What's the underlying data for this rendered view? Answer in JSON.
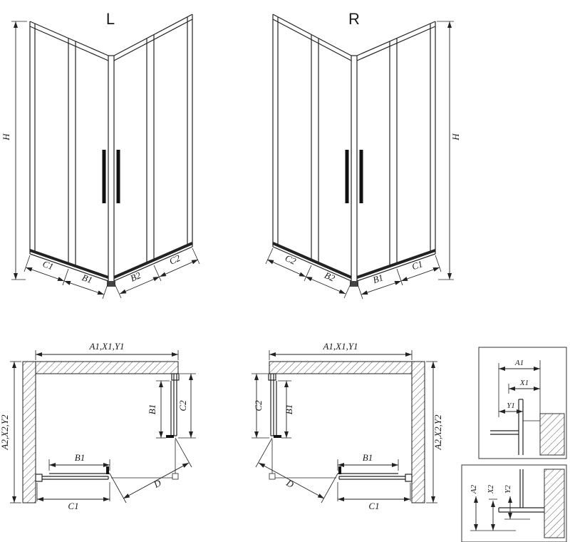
{
  "page": {
    "background": "#ffffff",
    "line_color": "#222222",
    "hatch_color": "#555555"
  },
  "elevations": {
    "left": {
      "variant_label": "L",
      "height_dim": "H",
      "dims": {
        "c1": "C1",
        "b1": "B1",
        "b2": "B2",
        "c2": "C2"
      }
    },
    "right": {
      "variant_label": "R",
      "height_dim": "H",
      "dims": {
        "c2": "C2",
        "b2": "B2",
        "b1": "B1",
        "c1": "C1"
      }
    }
  },
  "plans": {
    "left": {
      "width_dim": "A1,X1,Y1",
      "depth_dim": "A2,X2,Y2",
      "side_door_dim": "B1",
      "side_fixed_dim": "C2",
      "bottom_door_dim": "B1",
      "bottom_fixed_dim": "C1",
      "diagonal_dim": "D"
    },
    "right": {
      "width_dim": "A1,X1,Y1",
      "depth_dim": "A2,X2,Y2",
      "side_door_dim": "B1",
      "side_fixed_dim": "C2",
      "bottom_door_dim": "B1",
      "bottom_fixed_dim": "C1",
      "diagonal_dim": "D"
    }
  },
  "details": {
    "top": {
      "dim1": "A1",
      "dim2": "X1",
      "dim3": "Y1"
    },
    "bottom": {
      "dim1": "A2",
      "dim2": "X2",
      "dim3": "Y2"
    }
  }
}
